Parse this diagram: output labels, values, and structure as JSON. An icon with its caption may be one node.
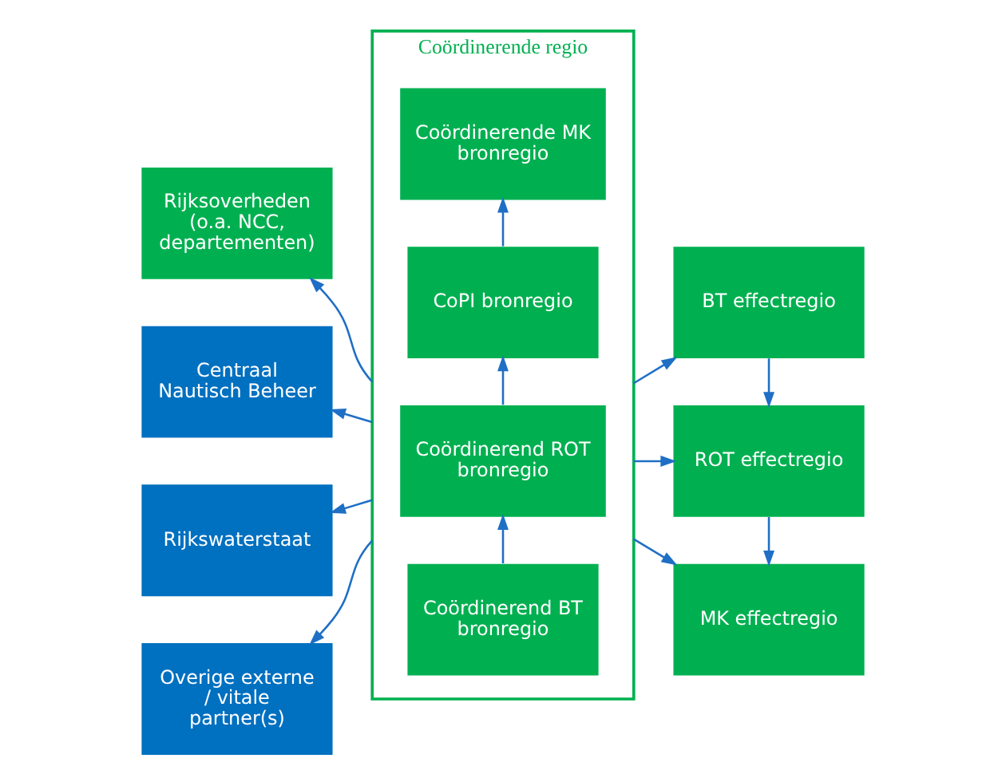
{
  "diagram": {
    "nodes": [
      {
        "text": [
          "Coördinerende regio"
        ]
      },
      {
        "text": [
          "Coördinerend BT bronregio"
        ],
        "in": 0
      },
      {
        "text": [
          "Coördinerend ROT bronregio"
        ],
        "in": 0
      },
      {
        "text": [
          "CoPI bronregio"
        ],
        "in": 0
      },
      {
        "text": [
          "Coördinerende MK bronregio"
        ],
        "in": 0
      },
      {
        "text": [
          "Rijksoverheden (o.a. NCC, departementen)"
        ]
      },
      {
        "text": [
          "Centraal Nautisch Beheer"
        ]
      },
      {
        "text": [
          "Rijkswaterstaat"
        ]
      },
      {
        "text": [
          "Overige externe / vitale partner(s)"
        ]
      },
      {
        "text": [
          "BT effectregio"
        ]
      },
      {
        "text": [
          "ROT effectregio"
        ]
      },
      {
        "text": [
          "MK effectregio"
        ]
      }
    ],
    "edges": [
      {
        "from": 1,
        "to": 2,
        "arrow": "to"
      },
      {
        "from": 2,
        "to": 3,
        "arrow": "to"
      },
      {
        "from": 3,
        "to": 4,
        "arrow": "to"
      },
      {
        "from": 0,
        "to": 5,
        "arrow": "to"
      },
      {
        "from": 0,
        "to": 6,
        "arrow": "to"
      },
      {
        "from": 0,
        "to": 7,
        "arrow": "to"
      },
      {
        "from": 0,
        "to": 8,
        "arrow": "to"
      },
      {
        "from": 0,
        "to": 9,
        "arrow": "to"
      },
      {
        "from": 0,
        "to": 10,
        "arrow": "to"
      },
      {
        "from": 0,
        "to": 11,
        "arrow": "to"
      },
      {
        "from": 9,
        "to": 10,
        "arrow": "to"
      },
      {
        "from": 10,
        "to": 11,
        "arrow": "to"
      }
    ]
  }
}
